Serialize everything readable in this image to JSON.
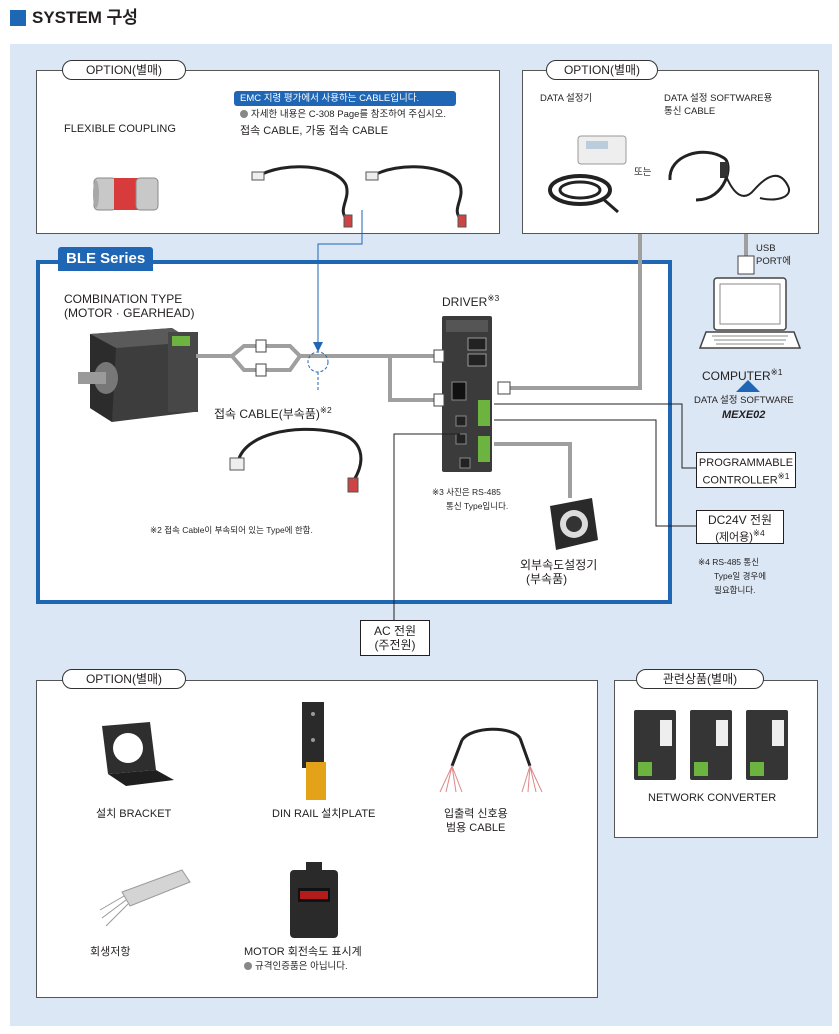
{
  "header": {
    "title": "SYSTEM 구성",
    "accent_color": "#1f66b5",
    "panel_bg": "#dbe7f4"
  },
  "option_top_left": {
    "pill": "OPTION(별매)",
    "flexible_coupling": "FLEXIBLE COUPLING",
    "emc_badge": "EMC 지령 평가에서 사용하는 CABLE입니다.",
    "emc_note": "자세한 내용은 C-308 Page를 참조하여 주십시오.",
    "cable_label": "접속 CABLE, 가동 접속 CABLE"
  },
  "option_top_right": {
    "pill": "OPTION(별매)",
    "data_setter": "DATA 설정기",
    "software_cable_line1": "DATA 설정 SOFTWARE용",
    "software_cable_line2": "통신 CABLE",
    "or_text": "또는"
  },
  "usb_port": {
    "line1": "USB",
    "line2": "PORT에"
  },
  "ble": {
    "tab": "BLE Series",
    "combination_line1": "COMBINATION TYPE",
    "combination_line2": "(MOTOR · GEARHEAD)",
    "driver": "DRIVER",
    "driver_note_mark": "※3",
    "cable_label": "접속 CABLE(부속품)",
    "cable_note_mark": "※2",
    "note2": "※2  접속 Cable이 부속되어 있는 Type에 한함.",
    "note3_line1": "※3 사진은 RS-485",
    "note3_line2": "통신 Type입니다.",
    "ext_speed_line1": "외부속도설정기",
    "ext_speed_line2": "(부속품)"
  },
  "computer": {
    "label": "COMPUTER",
    "mark": "※1",
    "software_label": "DATA 설정 SOFTWARE",
    "software_name": "MEXE02"
  },
  "plc": {
    "line1": "PROGRAMMABLE",
    "line2": "CONTROLLER",
    "mark": "※1"
  },
  "dc24": {
    "line1": "DC24V 전원",
    "line2": "(제어용)",
    "mark": "※4",
    "note_line1": "※4 RS-485 통신",
    "note_line2": "Type일 경우에",
    "note_line3": "필요합니다."
  },
  "ac": {
    "line1": "AC 전원",
    "line2": "(주전원)"
  },
  "option_bottom": {
    "pill": "OPTION(별매)",
    "bracket": "설치 BRACKET",
    "din_plate": "DIN RAIL 설치PLATE",
    "io_cable_line1": "입출력 신호용",
    "io_cable_line2": "범용 CABLE",
    "regen_resistor": "회생저항",
    "speed_display": "MOTOR 회전속도 표시계",
    "speed_display_note": "규격인증품은 아닙니다."
  },
  "related": {
    "pill": "관련상품(별매)",
    "network_converter": "NETWORK CONVERTER"
  }
}
